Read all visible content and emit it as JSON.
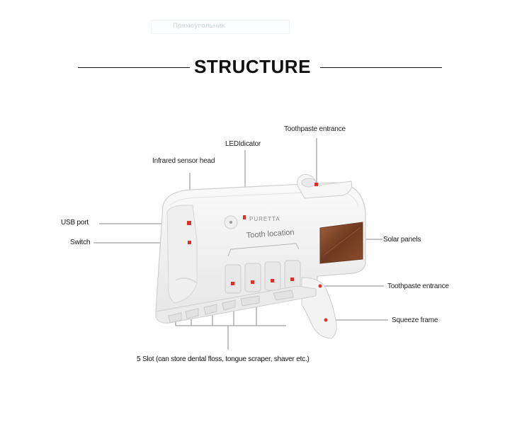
{
  "input_ghost": {
    "text": "Прямоугольник"
  },
  "title": "STRUCTURE",
  "labels": {
    "usb_port": "USB port",
    "switch": "Switch",
    "infrared_sensor": "Infrared sensor head",
    "led_indicator": "LEDIdicator",
    "toothpaste_entrance_top": "Toothpaste entrance",
    "solar_panels": "Solar panels",
    "toothpaste_entrance_side": "Toothpaste entrance",
    "squeeze_frame": "Squeeze frame",
    "five_slot": "5 Slot (can store dental floss, tongue scraper, shaver etc.)"
  },
  "device": {
    "brand": "PURETTA",
    "tooth_location": "Tooth location"
  },
  "colors": {
    "leader_line": "#8a8a8a",
    "marker": "#d9342b",
    "body": "#f4f4f4",
    "outline": "#cfcfcf",
    "solar_panel": "#8a4a2a"
  }
}
